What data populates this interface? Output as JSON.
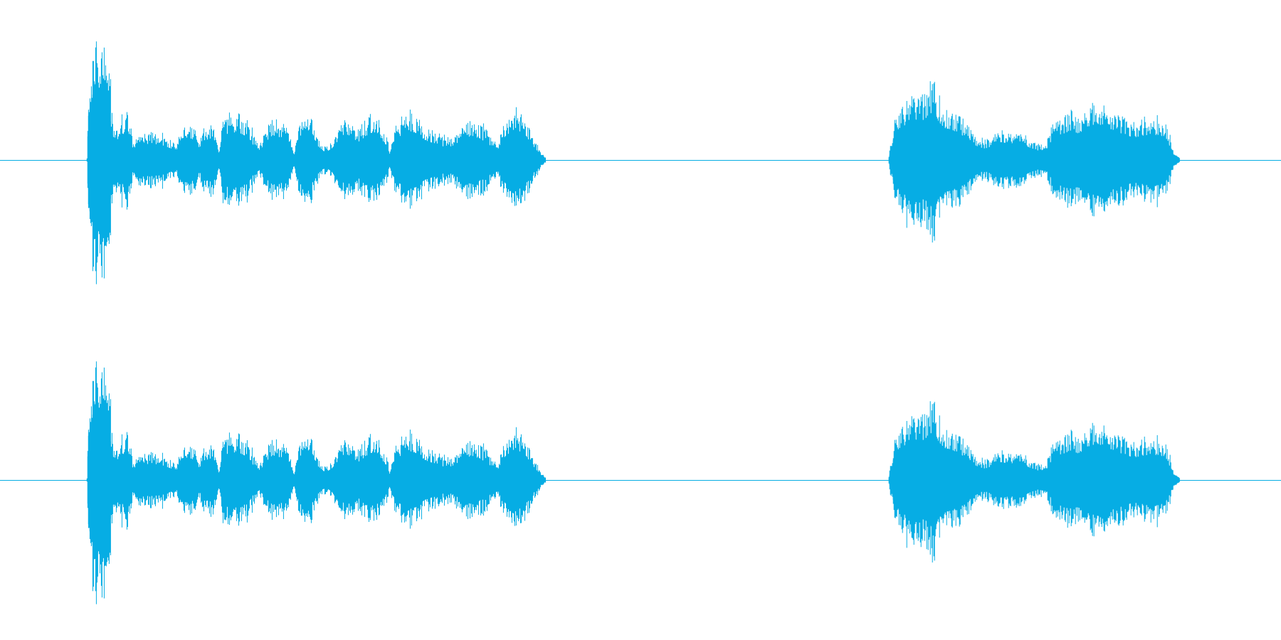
{
  "waveform": {
    "channel_count": 2,
    "color": "#06ADE4",
    "background": "#FFFFFF",
    "segments": [
      {
        "name": "segment-1",
        "start": 0.068,
        "end": 0.426,
        "envelope": [
          [
            0.0,
            0.02
          ],
          [
            0.003,
            0.55
          ],
          [
            0.01,
            0.75
          ],
          [
            0.018,
            0.97
          ],
          [
            0.028,
            0.85
          ],
          [
            0.038,
            0.92
          ],
          [
            0.048,
            0.62
          ],
          [
            0.055,
            0.32
          ],
          [
            0.062,
            0.22
          ],
          [
            0.07,
            0.28
          ],
          [
            0.078,
            0.3
          ],
          [
            0.086,
            0.38
          ],
          [
            0.094,
            0.3
          ],
          [
            0.1,
            0.1
          ],
          [
            0.108,
            0.18
          ],
          [
            0.125,
            0.2
          ],
          [
            0.145,
            0.2
          ],
          [
            0.165,
            0.18
          ],
          [
            0.185,
            0.14
          ],
          [
            0.195,
            0.12
          ],
          [
            0.205,
            0.27
          ],
          [
            0.22,
            0.28
          ],
          [
            0.235,
            0.25
          ],
          [
            0.245,
            0.14
          ],
          [
            0.255,
            0.24
          ],
          [
            0.27,
            0.27
          ],
          [
            0.28,
            0.24
          ],
          [
            0.287,
            0.06
          ],
          [
            0.295,
            0.3
          ],
          [
            0.315,
            0.34
          ],
          [
            0.335,
            0.33
          ],
          [
            0.352,
            0.28
          ],
          [
            0.365,
            0.16
          ],
          [
            0.378,
            0.12
          ],
          [
            0.388,
            0.22
          ],
          [
            0.405,
            0.31
          ],
          [
            0.42,
            0.28
          ],
          [
            0.432,
            0.3
          ],
          [
            0.442,
            0.18
          ],
          [
            0.452,
            0.06
          ],
          [
            0.46,
            0.24
          ],
          [
            0.475,
            0.33
          ],
          [
            0.49,
            0.28
          ],
          [
            0.502,
            0.18
          ],
          [
            0.512,
            0.12
          ],
          [
            0.522,
            0.1
          ],
          [
            0.535,
            0.15
          ],
          [
            0.55,
            0.23
          ],
          [
            0.562,
            0.3
          ],
          [
            0.575,
            0.27
          ],
          [
            0.59,
            0.22
          ],
          [
            0.602,
            0.27
          ],
          [
            0.615,
            0.33
          ],
          [
            0.628,
            0.3
          ],
          [
            0.64,
            0.28
          ],
          [
            0.652,
            0.18
          ],
          [
            0.66,
            0.07
          ],
          [
            0.672,
            0.26
          ],
          [
            0.69,
            0.32
          ],
          [
            0.705,
            0.36
          ],
          [
            0.72,
            0.33
          ],
          [
            0.735,
            0.25
          ],
          [
            0.75,
            0.22
          ],
          [
            0.765,
            0.2
          ],
          [
            0.78,
            0.16
          ],
          [
            0.795,
            0.17
          ],
          [
            0.81,
            0.22
          ],
          [
            0.825,
            0.28
          ],
          [
            0.84,
            0.3
          ],
          [
            0.855,
            0.25
          ],
          [
            0.87,
            0.24
          ],
          [
            0.885,
            0.14
          ],
          [
            0.895,
            0.12
          ],
          [
            0.905,
            0.25
          ],
          [
            0.92,
            0.33
          ],
          [
            0.935,
            0.39
          ],
          [
            0.95,
            0.33
          ],
          [
            0.965,
            0.24
          ],
          [
            0.978,
            0.12
          ],
          [
            0.99,
            0.06
          ],
          [
            1.0,
            0.02
          ]
        ]
      },
      {
        "name": "segment-2",
        "start": 0.694,
        "end": 0.921,
        "envelope": [
          [
            0.0,
            0.03
          ],
          [
            0.015,
            0.25
          ],
          [
            0.035,
            0.38
          ],
          [
            0.06,
            0.45
          ],
          [
            0.085,
            0.52
          ],
          [
            0.105,
            0.48
          ],
          [
            0.125,
            0.5
          ],
          [
            0.14,
            0.55
          ],
          [
            0.155,
            0.63
          ],
          [
            0.17,
            0.48
          ],
          [
            0.19,
            0.4
          ],
          [
            0.215,
            0.38
          ],
          [
            0.24,
            0.33
          ],
          [
            0.265,
            0.28
          ],
          [
            0.29,
            0.2
          ],
          [
            0.315,
            0.14
          ],
          [
            0.34,
            0.15
          ],
          [
            0.365,
            0.2
          ],
          [
            0.39,
            0.22
          ],
          [
            0.42,
            0.2
          ],
          [
            0.45,
            0.22
          ],
          [
            0.48,
            0.16
          ],
          [
            0.51,
            0.12
          ],
          [
            0.54,
            0.12
          ],
          [
            0.57,
            0.3
          ],
          [
            0.6,
            0.33
          ],
          [
            0.63,
            0.36
          ],
          [
            0.66,
            0.32
          ],
          [
            0.69,
            0.4
          ],
          [
            0.72,
            0.45
          ],
          [
            0.75,
            0.4
          ],
          [
            0.78,
            0.35
          ],
          [
            0.81,
            0.32
          ],
          [
            0.84,
            0.28
          ],
          [
            0.87,
            0.3
          ],
          [
            0.9,
            0.28
          ],
          [
            0.93,
            0.32
          ],
          [
            0.955,
            0.25
          ],
          [
            0.975,
            0.08
          ],
          [
            0.99,
            0.04
          ],
          [
            1.0,
            0.02
          ]
        ]
      }
    ]
  }
}
